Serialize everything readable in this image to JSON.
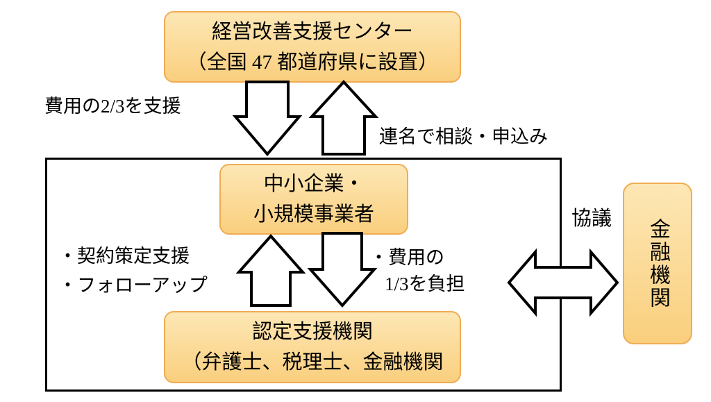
{
  "diagram": {
    "boxes": {
      "center": {
        "line1": "経営改善支援センター",
        "line2": "（全国 47 都道府県に設置）"
      },
      "sme": {
        "line1": "中小企業・",
        "line2": "小規模事業者"
      },
      "certified": {
        "line1": "認定支援機関",
        "line2": "（弁護士、税理士、金融機関"
      },
      "financial": {
        "label": "金融機関"
      }
    },
    "labels": {
      "subsidy": "費用の2/3を支援",
      "joint_application": "連名で相談・申込み",
      "contract_support": "・契約策定支援",
      "follow_up": "・フォローアップ",
      "cost_share_line1": "・費用の",
      "cost_share_line2": "1/3を負担",
      "consultation": "協議"
    }
  },
  "colors": {
    "box_fill_top": "#FDE7B5",
    "box_fill_bottom": "#FACF7E",
    "box_border": "#F0AC52",
    "arrow_fill": "#FFFFFF",
    "arrow_stroke": "#000000",
    "frame_border": "#000000"
  }
}
